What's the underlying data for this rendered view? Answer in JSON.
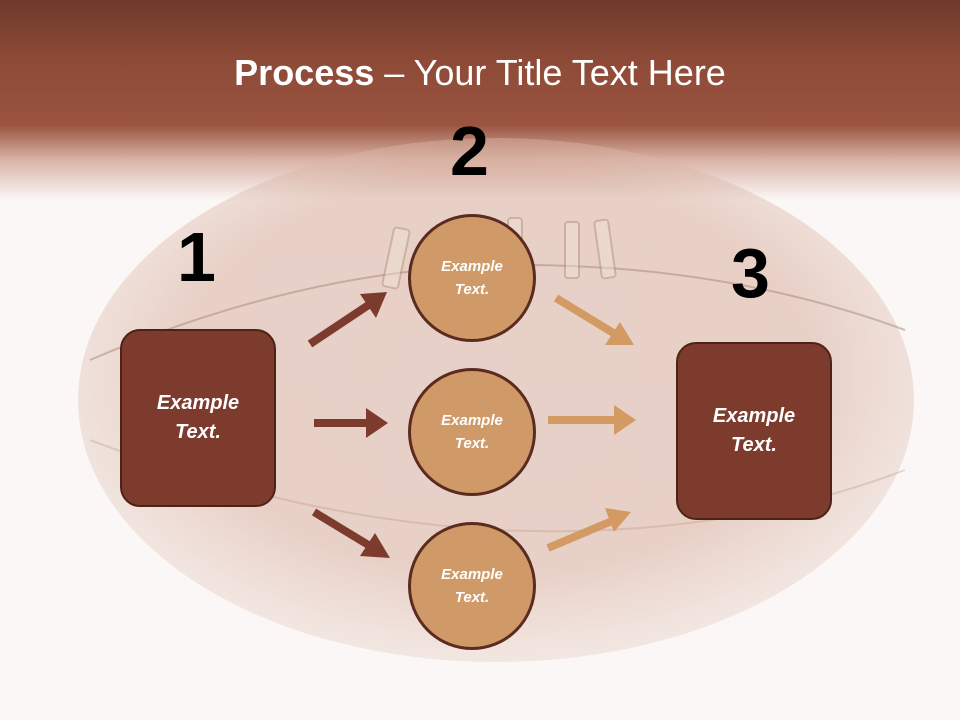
{
  "title": {
    "bold": "Process",
    "rest": " – Your Title Text Here"
  },
  "steps": [
    {
      "number": "1",
      "text": "Example\nText."
    },
    {
      "number": "2",
      "text": "Example\nText."
    },
    {
      "number": "3",
      "text": "Example\nText."
    }
  ],
  "circles": [
    {
      "text": "Example\nText."
    },
    {
      "text": "Example\nText."
    },
    {
      "text": "Example\nText."
    }
  ],
  "colors": {
    "box_fill": "#7d3b2e",
    "circle_fill": "#d09a68",
    "arrow_left": "#7d3b2e",
    "arrow_right": "#d39a63"
  }
}
